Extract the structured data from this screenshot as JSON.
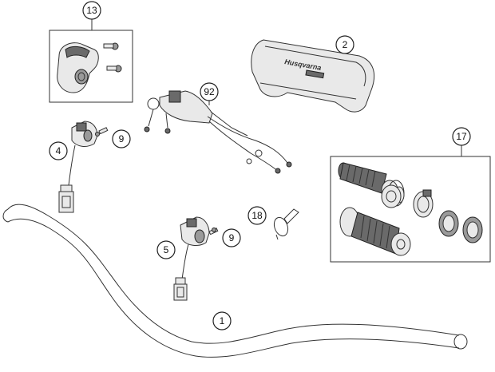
{
  "diagram": {
    "callouts": [
      "1",
      "2",
      "4",
      "5",
      "9",
      "9",
      "13",
      "17",
      "18",
      "92"
    ],
    "pad_logo": "Husqvarna"
  }
}
